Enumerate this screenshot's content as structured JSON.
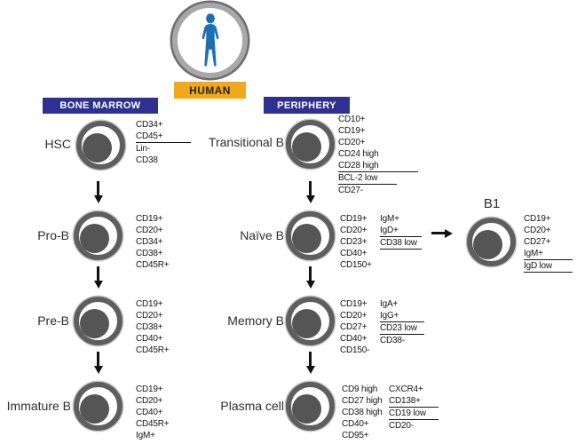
{
  "badges": {
    "human": "HUMAN",
    "bone_marrow": "BONE MARROW",
    "periphery": "PERIPHERY"
  },
  "colors": {
    "banner_blue": "#2e3192",
    "banner_gold": "#f0a81c",
    "human_blue": "#1d6fb5",
    "cell_gray": "#5e5e5e",
    "nucleus_gray": "#555555"
  },
  "bone_marrow": {
    "stages": [
      {
        "label": "HSC",
        "markers": [
          {
            "t": "CD34+"
          },
          {
            "t": "CD45+",
            "u": true
          },
          {
            "t": "Lin-"
          },
          {
            "t": "CD38"
          }
        ]
      },
      {
        "label": "Pro-B",
        "markers": [
          {
            "t": "CD19+"
          },
          {
            "t": "CD20+"
          },
          {
            "t": "CD34+"
          },
          {
            "t": "CD38+"
          },
          {
            "t": "CD45R+"
          }
        ]
      },
      {
        "label": "Pre-B",
        "markers": [
          {
            "t": "CD19+"
          },
          {
            "t": "CD20+"
          },
          {
            "t": "CD38+"
          },
          {
            "t": "CD40+"
          },
          {
            "t": "CD45R+"
          }
        ]
      },
      {
        "label": "Immature B",
        "markers": [
          {
            "t": "CD19+"
          },
          {
            "t": "CD20+"
          },
          {
            "t": "CD40+"
          },
          {
            "t": "CD45R+"
          },
          {
            "t": "IgM+"
          }
        ]
      }
    ]
  },
  "periphery": {
    "stages": [
      {
        "label": "Transitional B",
        "markers": [
          {
            "t": "CD10+"
          },
          {
            "t": "CD19+"
          },
          {
            "t": "CD20+"
          },
          {
            "t": "CD24 high"
          },
          {
            "t": "CD28 high",
            "u": true
          },
          {
            "t": "BCL-2 low",
            "u": true,
            "w": 66
          },
          {
            "t": "CD27-"
          }
        ]
      },
      {
        "label": "Naïve B",
        "markers": [
          {
            "t": "CD19+"
          },
          {
            "t": "CD20+"
          },
          {
            "t": "CD23+"
          },
          {
            "t": "CD40+"
          },
          {
            "t": "CD150+"
          }
        ],
        "markers2": [
          {
            "t": "IgM+"
          },
          {
            "t": "IgD+",
            "u": true
          },
          {
            "t": "CD38 low",
            "u": true
          }
        ]
      },
      {
        "label": "Memory B",
        "markers": [
          {
            "t": "CD19+"
          },
          {
            "t": "CD20+"
          },
          {
            "t": "CD27+"
          },
          {
            "t": "CD40+"
          },
          {
            "t": "CD150-"
          }
        ],
        "markers2": [
          {
            "t": "IgA+"
          },
          {
            "t": "IgG+",
            "u": true
          },
          {
            "t": "CD23 low",
            "u": true
          },
          {
            "t": "CD38-"
          }
        ]
      },
      {
        "label": "Plasma cell",
        "markers": [
          {
            "t": "CD9 high"
          },
          {
            "t": "CD27 high"
          },
          {
            "t": "CD38 high"
          },
          {
            "t": "CD40+"
          },
          {
            "t": "CD95+"
          }
        ],
        "markers2": [
          {
            "t": "CXCR4+"
          },
          {
            "t": "CD138+",
            "u": true
          },
          {
            "t": "CD19 low",
            "u": true
          },
          {
            "t": "CD20-"
          }
        ]
      }
    ]
  },
  "b1": {
    "label": "B1",
    "markers": [
      {
        "t": "CD19+"
      },
      {
        "t": "CD20+"
      },
      {
        "t": "CD27+"
      },
      {
        "t": "IgM+",
        "u": true
      },
      {
        "t": "IgD low",
        "u": true
      }
    ]
  }
}
